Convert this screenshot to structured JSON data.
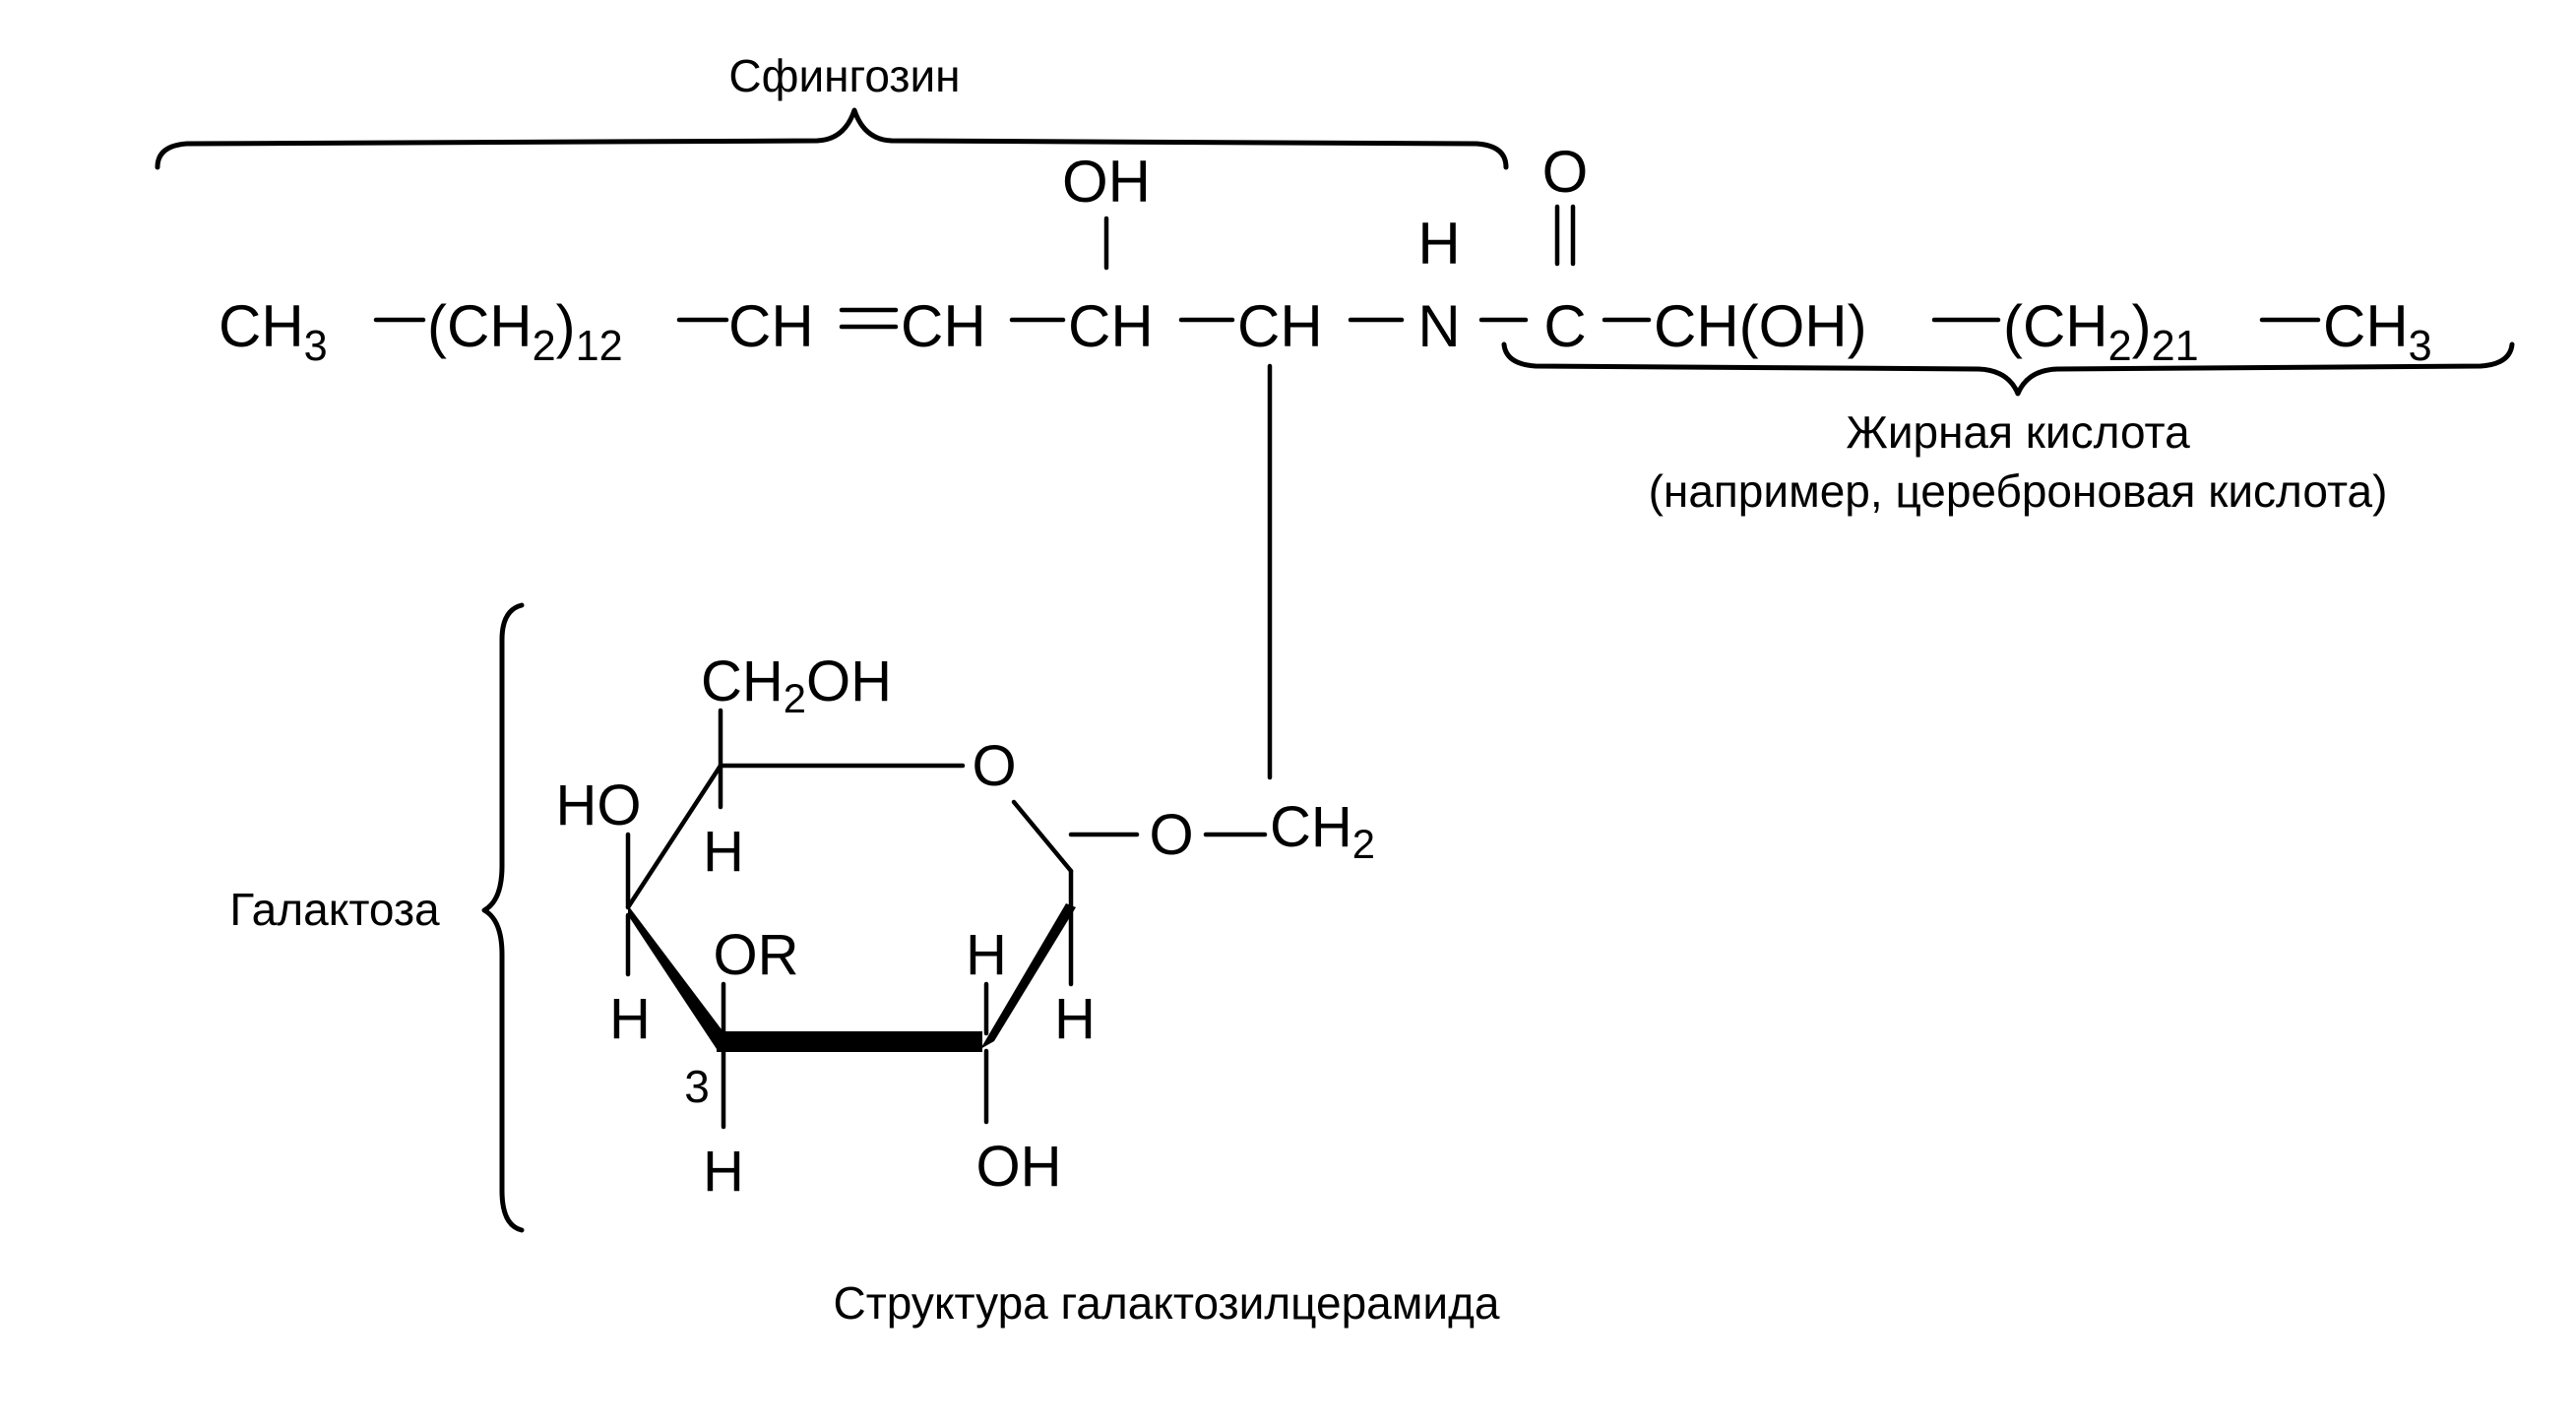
{
  "labels": {
    "sphingosine": "Сфингозин",
    "fatty_acid": "Жирная кислота",
    "fatty_acid_example": "(например, цереброновая кислота)",
    "galactose": "Галактоза",
    "caption": "Структура галактозилцерамида"
  },
  "chain": {
    "ch3_left_main": "CH",
    "ch3_left_sub": "3",
    "ch2n_open": "(CH",
    "ch2n_sub2": "2",
    "ch2n_close": ")",
    "ch2n_sub12": "12",
    "ch_a": "CH",
    "ch_b": "CH",
    "ch_c": "CH",
    "ch_d": "CH",
    "oh_top": "OH",
    "h_top": "H",
    "n": "N",
    "o_top": "O",
    "c": "C",
    "choh": "CH(OH)",
    "ch2_21_open": "(CH",
    "ch2_21_sub2": "2",
    "ch2_21_close": ")",
    "ch2_21_sub21": "21",
    "ch3_right_main": "CH",
    "ch3_right_sub": "3"
  },
  "ring": {
    "ch2oh_main": "CH",
    "ch2oh_sub": "2",
    "ch2oh_tail": "OH",
    "ring_o": "O",
    "ho_left": "HO",
    "h_c4": "H",
    "or": "OR",
    "h_c4_low": "H",
    "c3_number": "3",
    "h_c3": "H",
    "h_c2": "H",
    "h_c1": "H",
    "oh_c2": "OH",
    "link_o": "O",
    "link_ch2_main": "CH",
    "link_ch2_sub": "2"
  }
}
